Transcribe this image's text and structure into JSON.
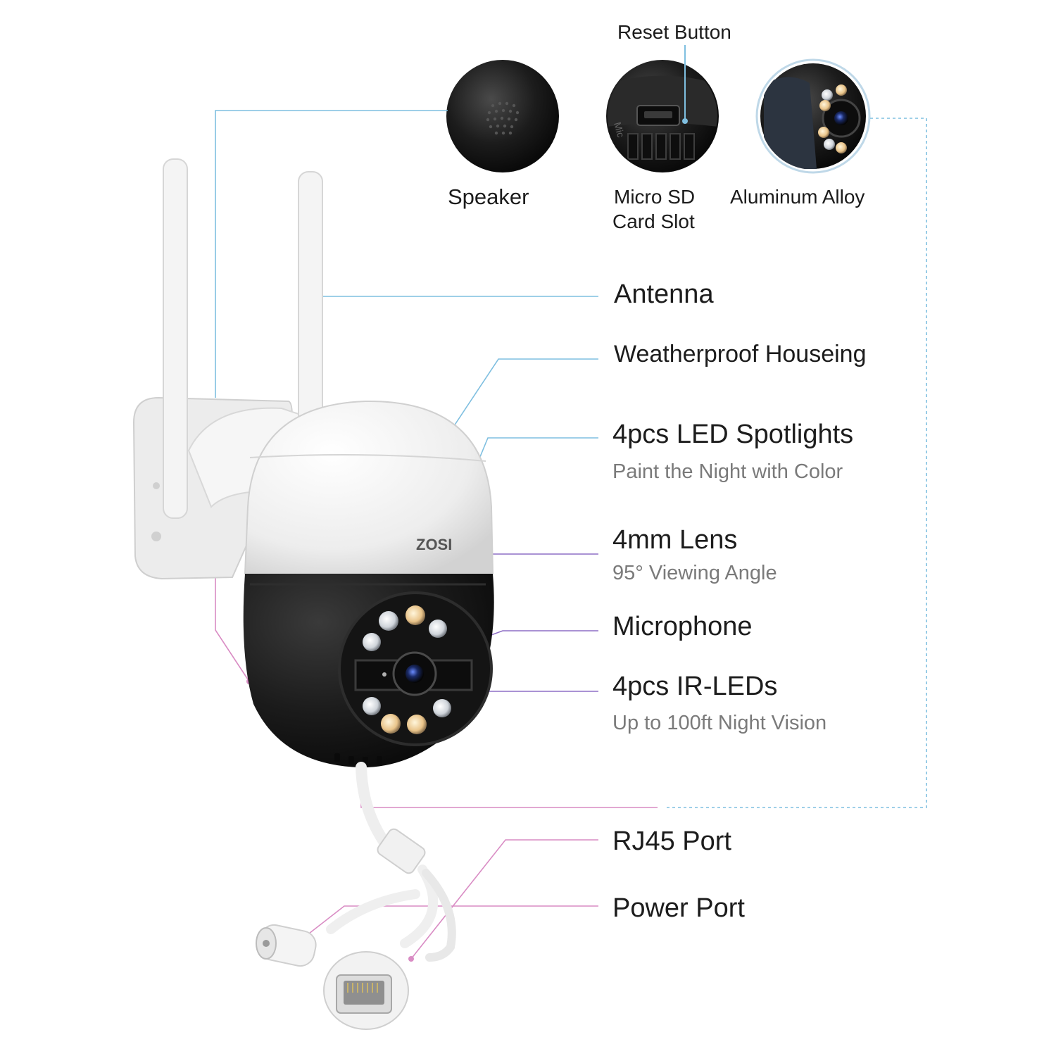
{
  "brand": "ZOSI",
  "colors": {
    "callout_blue": "#7fbfe0",
    "callout_pink": "#d98cc4",
    "housing_white": "#f3f3f3",
    "housing_black": "#1b1b1b",
    "text_dark": "#1c1c1c",
    "text_gray": "#7a7a7a"
  },
  "top_features": {
    "reset_button": "Reset Button",
    "speaker": "Speaker",
    "sd_slot_line1": "Micro SD",
    "sd_slot_line2": "Card Slot",
    "aluminum": "Aluminum Alloy"
  },
  "features": {
    "antenna": "Antenna",
    "weatherproof": "Weatherproof Houseing",
    "led_spotlights": "4pcs LED Spotlights",
    "led_spotlights_sub": "Paint the Night with Color",
    "lens": "4mm Lens",
    "lens_sub": "95° Viewing Angle",
    "microphone": "Microphone",
    "ir_leds": "4pcs IR-LEDs",
    "ir_leds_sub": "Up to 100ft Night Vision",
    "rj45": "RJ45 Port",
    "power": "Power Port"
  }
}
